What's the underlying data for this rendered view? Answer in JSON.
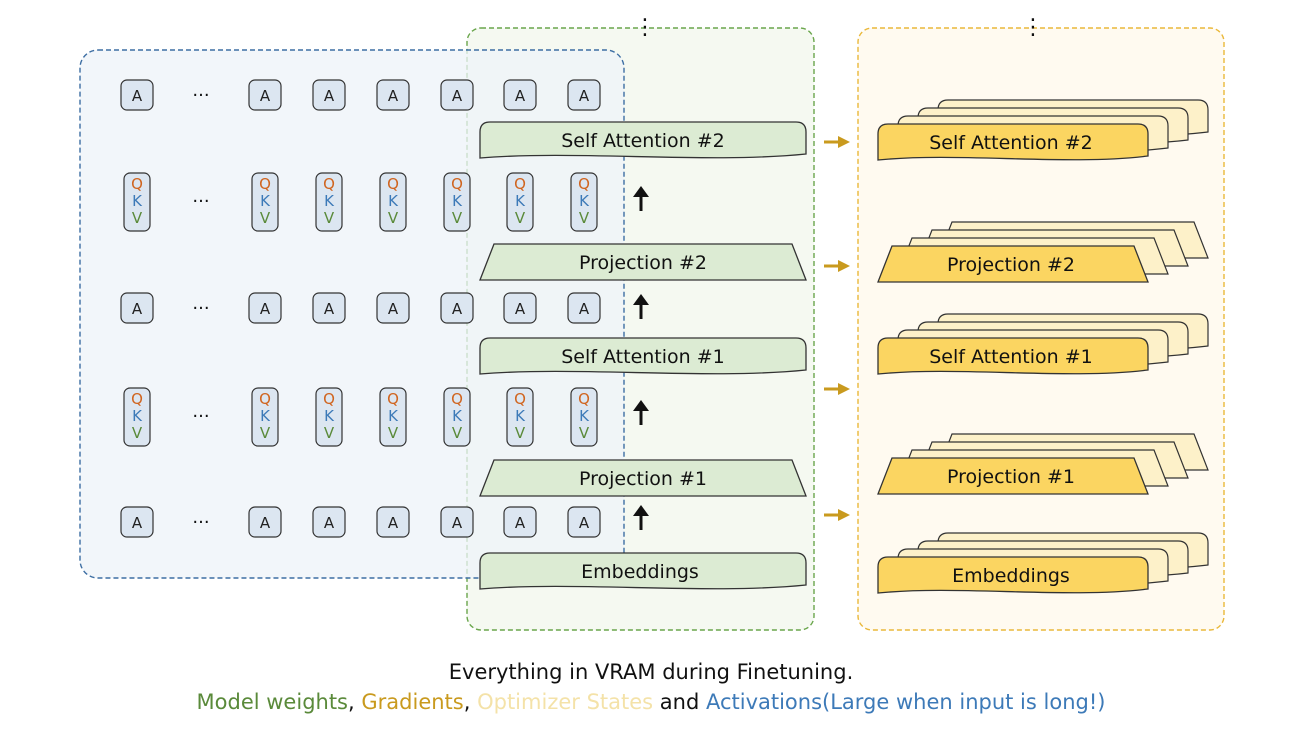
{
  "diagram": {
    "ellipsis_vertical": "⋮",
    "ellipsis_horizontal": "···",
    "token_labels": {
      "A": "A",
      "Q": "Q",
      "K": "K",
      "V": "V"
    },
    "model_layers": [
      {
        "key": "sa2",
        "label": "Self Attention #2"
      },
      {
        "key": "proj2",
        "label": "Projection #2"
      },
      {
        "key": "sa1",
        "label": "Self Attention #1"
      },
      {
        "key": "proj1",
        "label": "Projection #1"
      },
      {
        "key": "emb",
        "label": "Embeddings"
      }
    ],
    "optimizer_layers": [
      {
        "key": "sa2",
        "label": "Self Attention #2"
      },
      {
        "key": "proj2",
        "label": "Projection #2"
      },
      {
        "key": "sa1",
        "label": "Self Attention #1"
      },
      {
        "key": "proj1",
        "label": "Projection #1"
      },
      {
        "key": "emb",
        "label": "Embeddings"
      }
    ],
    "activation_rows": [
      "A",
      "QKV",
      "A",
      "QKV",
      "A"
    ]
  },
  "caption": {
    "line1": "Everything in VRAM during Finetuning.",
    "model_weights": "Model weights",
    "sep1": ", ",
    "gradients": "Gradients",
    "sep2": ", ",
    "optimizer_states": "Optimizer States",
    "and": " and ",
    "activations": "Activations(Large when input is long!)"
  },
  "colors": {
    "model_weights": "#5a8a3a",
    "gradients": "#c99a1e",
    "optimizer_states": "#f7e6b0",
    "activations": "#3d7ab8",
    "q": "#d0641e",
    "k": "#3d7ab8",
    "v": "#5a8a3a",
    "layer_fill": "#dcebd3",
    "opt_front": "#fbd561",
    "opt_back": "#fdf1c9",
    "act_panel": "#eef3f8",
    "act_border": "#3d6ea3",
    "model_border": "#6aa64c",
    "opt_border": "#eab83a"
  }
}
